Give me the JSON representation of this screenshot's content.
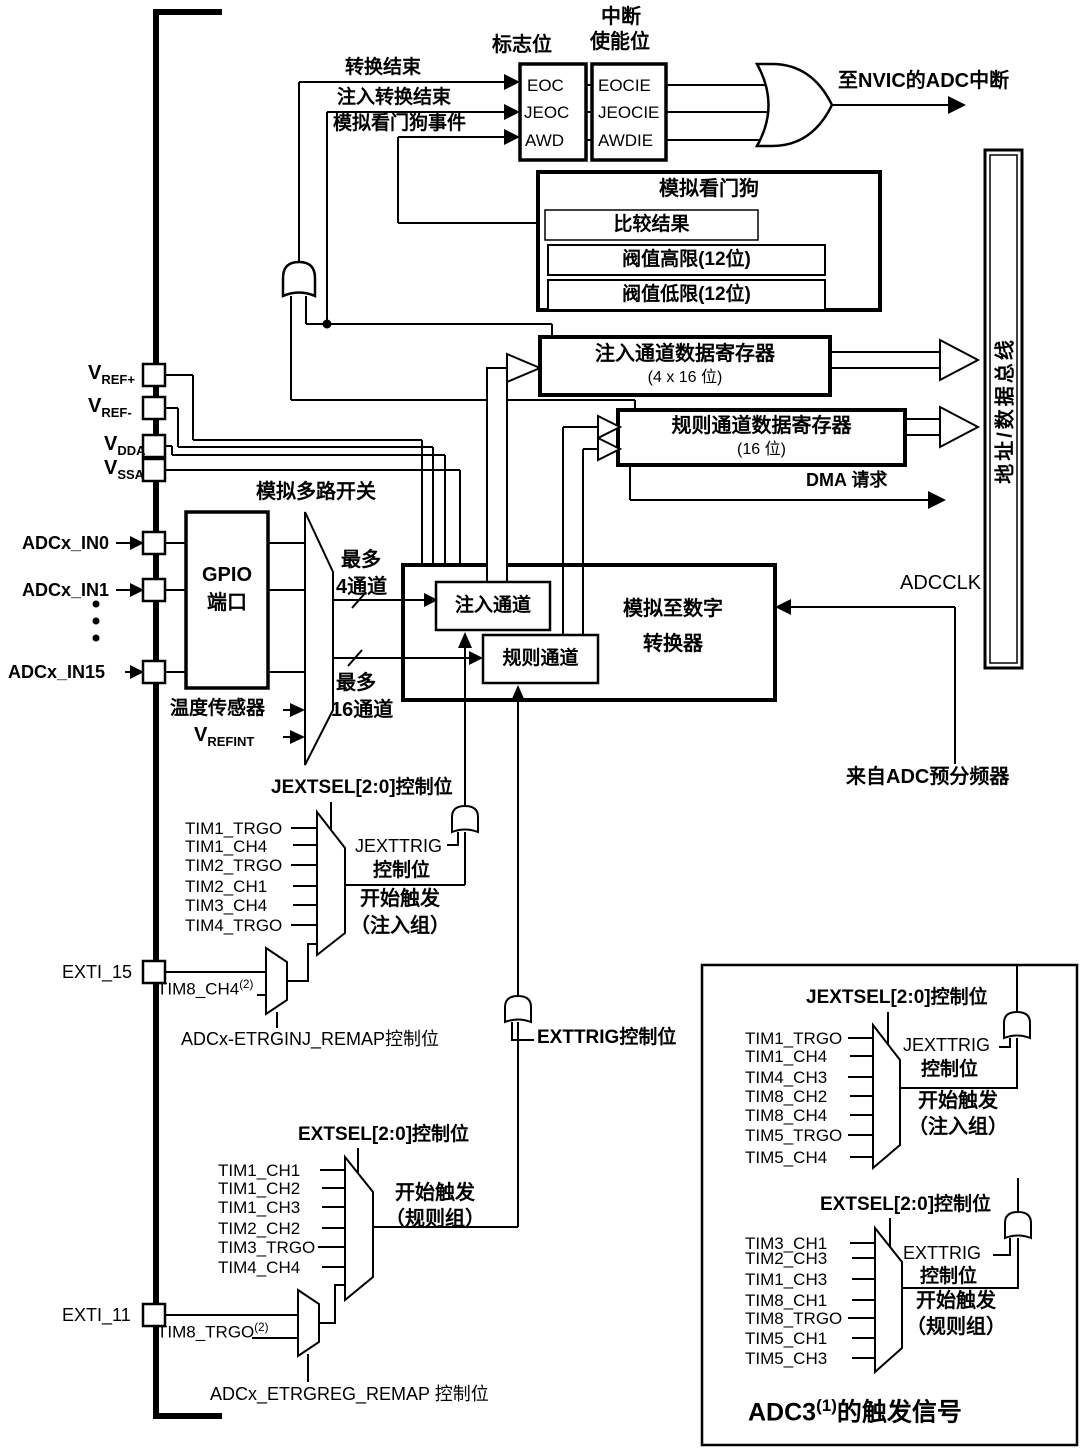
{
  "interrupt": {
    "flags_title": "标志位",
    "enable_title_line1": "中断",
    "enable_title_line2": "使能位",
    "flags": [
      "EOC",
      "JEOC",
      "AWD"
    ],
    "enables": [
      "EOCIE",
      "JEOCIE",
      "AWDIE"
    ],
    "sig_eoc": "转换结束",
    "sig_jeoc": "注入转换结束",
    "sig_awd": "模拟看门狗事件",
    "to_nvic": "至NVIC的ADC中断"
  },
  "watchdog": {
    "title": "模拟看门狗",
    "compare": "比较结果",
    "high": "阀值高限(12位)",
    "low": "阀值低限(12位)"
  },
  "bus": {
    "label": "地址/数据总线"
  },
  "registers": {
    "injected_line1": "注入通道数据寄存器",
    "injected_line2": "(4 x 16 位)",
    "regular_line1": "规则通道数据寄存器",
    "regular_line2": "(16 位)",
    "dma": "DMA 请求"
  },
  "pins": {
    "vrefp_main": "V",
    "vrefp_sub": "REF+",
    "vrefm_main": "V",
    "vrefm_sub": "REF-",
    "vdda_main": "V",
    "vdda_sub": "DDA",
    "vssa_main": "V",
    "vssa_sub": "SSA",
    "in0": "ADCx_IN0",
    "in1": "ADCx_IN1",
    "in15": "ADCx_IN15",
    "exti15": "EXTI_15",
    "exti11": "EXTI_11"
  },
  "gpio": {
    "line1": "GPIO",
    "line2": "端口"
  },
  "mux": {
    "label": "模拟多路开关",
    "ch4_line1": "最多",
    "ch4_line2": "4通道",
    "ch16_line1": "最多",
    "ch16_line2": "16通道",
    "temp": "温度传感器",
    "vrefint_main": "V",
    "vrefint_sub": "REFINT"
  },
  "adc": {
    "injected": "注入通道",
    "regular": "规则通道",
    "conv_line1": "模拟至数字",
    "conv_line2": "转换器",
    "adcclk": "ADCCLK",
    "prescaler": "来自ADC预分频器"
  },
  "inj_trigger": {
    "sel_label": "JEXTSEL[2:0]控制位",
    "inputs": [
      "TIM1_TRGO",
      "TIM1_CH4",
      "TIM2_TRGO",
      "TIM2_CH1",
      "TIM3_CH4",
      "TIM4_TRGO"
    ],
    "trig_line1": "JEXTTRIG",
    "trig_line2": "控制位",
    "start_line1": "开始触发",
    "start_line2": "（注入组）",
    "remap_input": "TIM8_CH4",
    "remap_sup": "(2)",
    "remap_label": "ADCx-ETRGINJ_REMAP控制位"
  },
  "reg_trigger": {
    "sel_label": "EXTSEL[2:0]控制位",
    "inputs": [
      "TIM1_CH1",
      "TIM1_CH2",
      "TIM1_CH3",
      "TIM2_CH2",
      "TIM3_TRGO",
      "TIM4_CH4"
    ],
    "trig_label": "EXTTRIG控制位",
    "start_line1": "开始触发",
    "start_line2": "（规则组）",
    "remap_input": "TIM8_TRGO",
    "remap_sup": "(2)",
    "remap_label": "ADCx_ETRGREG_REMAP 控制位"
  },
  "adc3": {
    "jext_sel_label": "JEXTSEL[2:0]控制位",
    "jext_inputs": [
      "TIM1_TRGO",
      "TIM1_CH4",
      "TIM4_CH3",
      "TIM8_CH2",
      "TIM8_CH4",
      "TIM5_TRGO",
      "TIM5_CH4"
    ],
    "jext_trig_line1": "JEXTTRIG",
    "jext_trig_line2": "控制位",
    "jext_start_line1": "开始触发",
    "jext_start_line2": "（注入组）",
    "ext_sel_label": "EXTSEL[2:0]控制位",
    "ext_inputs": [
      "TIM3_CH1",
      "TIM2_CH3",
      "TIM1_CH3",
      "TIM8_CH1",
      "TIM8_TRGO",
      "TIM5_CH1",
      "TIM5_CH3"
    ],
    "ext_trig_line1": "EXTTRIG",
    "ext_trig_line2": "控制位",
    "ext_start_line1": "开始触发",
    "ext_start_line2": "（规则组）",
    "caption_main": "ADC3",
    "caption_sup": "(1)",
    "caption_rest": "的触发信号"
  },
  "colors": {
    "line": "#000000",
    "background": "#ffffff"
  }
}
